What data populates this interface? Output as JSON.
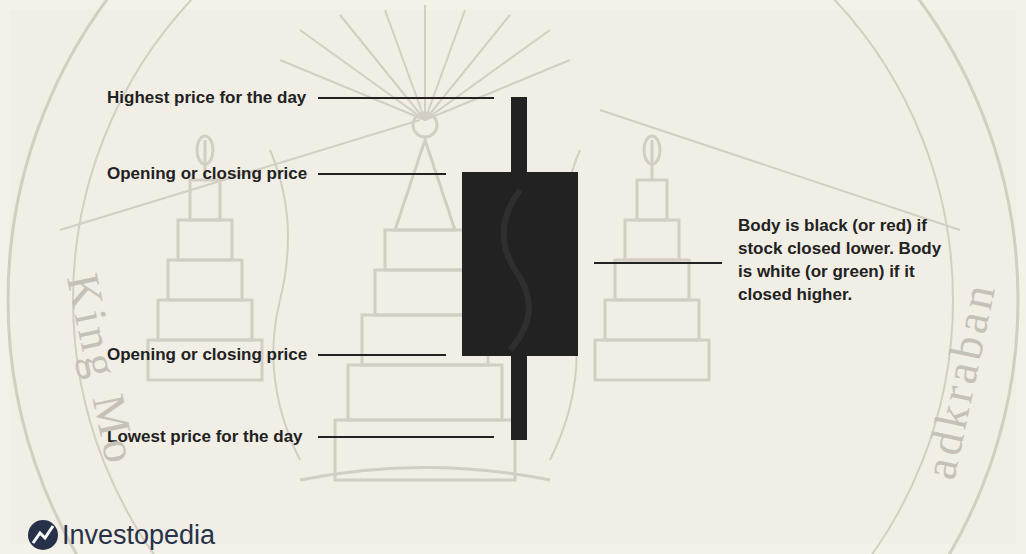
{
  "diagram": {
    "labels": [
      "Highest price for the day",
      "Opening or closing price",
      "Opening or closing price",
      "Lowest price for the day",
      "Body is black (or red) if stock closed lower. Body is white (or green) if it closed higher.",
      "Investopedia",
      "King Mo",
      "adkraban"
    ]
  }
}
